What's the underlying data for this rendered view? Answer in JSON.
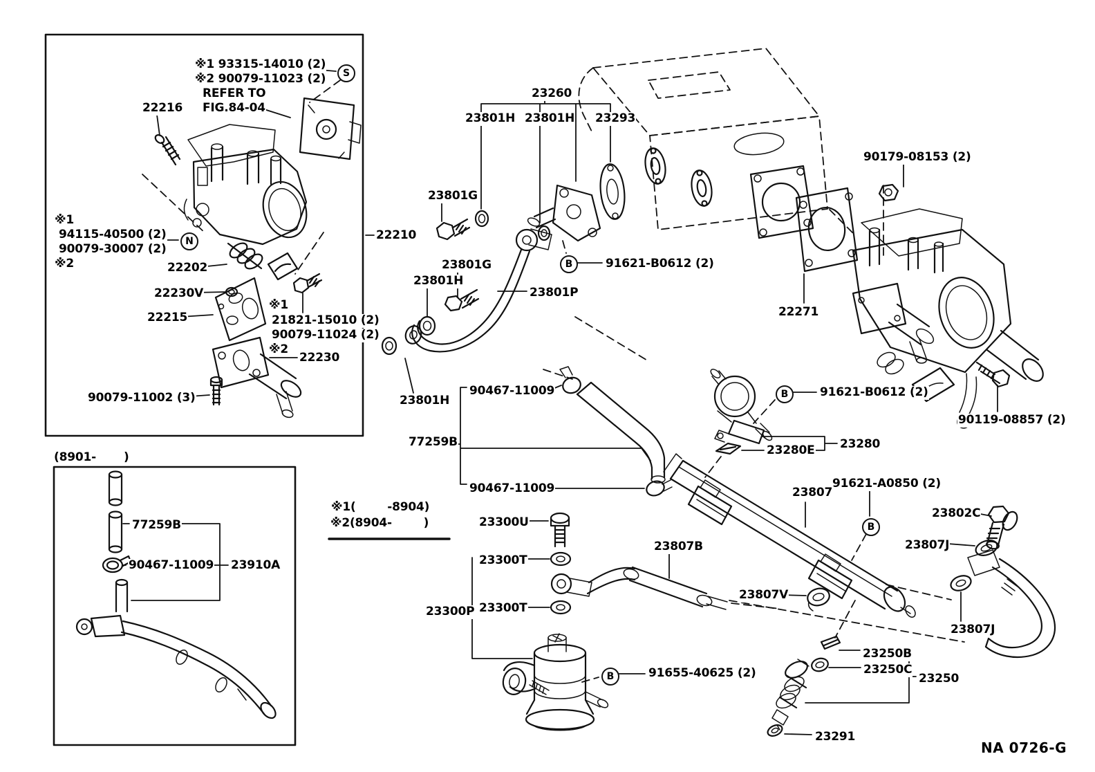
{
  "figure": {
    "code": "NA 0726-G"
  },
  "symbols": {
    "s": "S",
    "n": "N",
    "b": "B"
  },
  "inset_throttle": {
    "note_tps": [
      "※1 93315-14010 (2)",
      "※2 90079-11023 (2)",
      "REFER TO",
      "FIG.84-04"
    ],
    "note_injector_pair": [
      "※1",
      "94115-40500 (2)",
      "90079-30007 (2)",
      "※2"
    ],
    "note_screw_pair": [
      "※1",
      "21821-15010 (2)",
      "90079-11024 (2)",
      "※2"
    ],
    "p22216": "22216",
    "p22202": "22202",
    "p22230v": "22230V",
    "p22215": "22215",
    "p22230": "22230",
    "p90079_11002": "90079-11002 (3)",
    "p22210": "22210"
  },
  "inset_pipe": {
    "date_note": "(8901-       )",
    "p77259b": "77259B",
    "p90467_11009": "90467-11009",
    "p23910a": "23910A"
  },
  "main": {
    "p23260": "23260",
    "p23801h": "23801H",
    "p23293": "23293",
    "p23801g": "23801G",
    "p23801p": "23801P",
    "p91621_b0612": "91621-B0612 (2)",
    "p90467_11009": "90467-11009",
    "p77259b": "77259B",
    "app_note": [
      "※1(        -8904)",
      "※2(8904-        )"
    ],
    "p23300u": "23300U",
    "p23300t": "23300T",
    "p23300p": "23300P",
    "p23807b": "23807B",
    "p91655_40625": "91655-40625 (2)",
    "p90179_08153": "90179-08153 (2)",
    "p22271": "22271",
    "p90119_08857": "90119-08857 (2)",
    "p23280e": "23280E",
    "p23280": "23280",
    "p23807": "23807",
    "p91621_a0850": "91621-A0850 (2)",
    "p23802c": "23802C",
    "p23807j": "23807J",
    "p23807v": "23807V",
    "p23250b": "23250B",
    "p23250c": "23250C",
    "p23250": "23250",
    "p23291": "23291"
  }
}
